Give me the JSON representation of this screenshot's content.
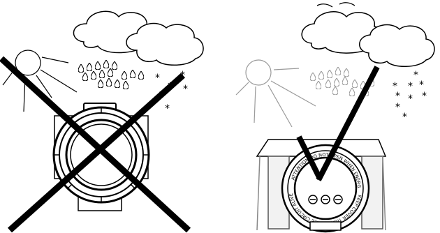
{
  "panels": [
    {
      "id": "left",
      "mark": "cross-mark",
      "verdict": "incorrect"
    },
    {
      "id": "right",
      "mark": "check-mark",
      "verdict": "correct"
    }
  ],
  "colors": {
    "ink": "#000000",
    "faded_ink": "#9a9a9a",
    "background": "#ffffff"
  },
  "icons": [
    "sun-icon",
    "cloud-icon",
    "raindrop-icon",
    "snowflake-icon",
    "transmitter-icon",
    "sunshade-icon"
  ],
  "right_panel": {
    "housing_ring_text_top": "ATTENTION DO NOT OPEN WHEN ENERGIZED",
    "housing_ring_text_bottom": "KEEP COVER TIGHT WHILE CIRCUIT ALIVE"
  }
}
